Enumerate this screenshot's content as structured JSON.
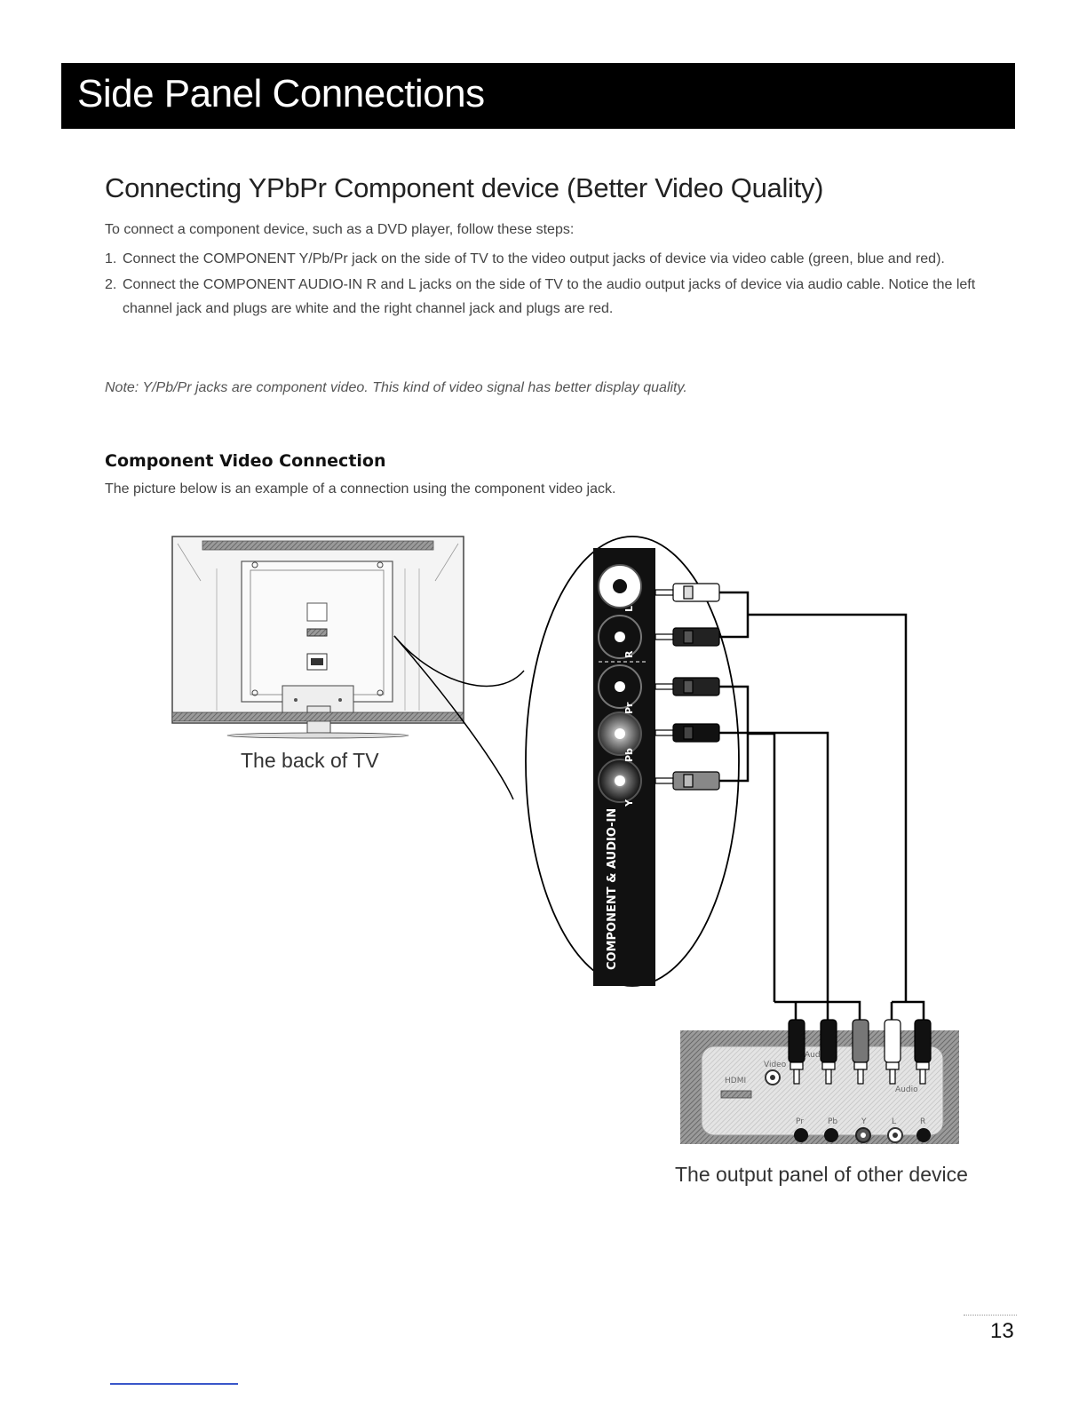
{
  "banner": {
    "title": "Side Panel Connections"
  },
  "section": {
    "heading": "Connecting YPbPr Component device (Better Video Quality)",
    "intro": "To connect a component device, such as a DVD player, follow these steps:",
    "steps": [
      {
        "num": "1.",
        "text": "Connect the COMPONENT Y/Pb/Pr jack on the side of TV to the video output jacks of device via video cable (green, blue and red)."
      },
      {
        "num": "2.",
        "text": "Connect the COMPONENT AUDIO-IN R and L jacks on the side of TV to the audio output jacks of device via audio cable. Notice the left channel jack and plugs are white and the right channel jack and plugs are red."
      }
    ],
    "note": "Note: Y/Pb/Pr jacks are component video. This kind of video signal has better display quality."
  },
  "subsection": {
    "heading": "Component Video Connection",
    "caption": "The picture below is an example of a connection using the component video jack."
  },
  "diagram": {
    "tv_caption": "The back of TV",
    "device_caption": "The output panel of other device",
    "tv_panel": {
      "vertical_label": "COMPONENT & AUDIO-IN",
      "jack_labels": [
        "L",
        "R",
        "Pr",
        "Pb",
        "Y"
      ]
    },
    "device_panel": {
      "hdmi": "HDMI",
      "video": "Video",
      "audio_top": "Aud",
      "audio": "Audio",
      "jack_labels": [
        "Pr",
        "Pb",
        "Y",
        "L",
        "R"
      ]
    }
  },
  "footer": {
    "page_number": "13"
  }
}
